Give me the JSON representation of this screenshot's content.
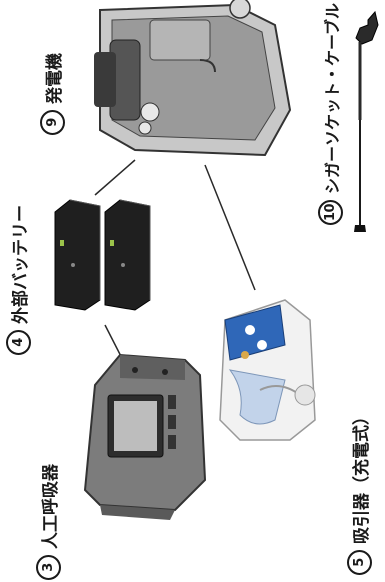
{
  "items": [
    {
      "number": "3",
      "label": "人工呼吸器",
      "icon": "ventilator-icon"
    },
    {
      "number": "4",
      "label": "外部バッテリー",
      "icon": "battery-icon"
    },
    {
      "number": "5",
      "label": "吸引器（充電式）",
      "icon": "suction-device-icon"
    },
    {
      "number": "9",
      "label": "発電機",
      "icon": "generator-icon"
    },
    {
      "number": "10",
      "label": "シガーソケット・ケーブル",
      "icon": "cigarette-socket-cable-icon"
    }
  ]
}
